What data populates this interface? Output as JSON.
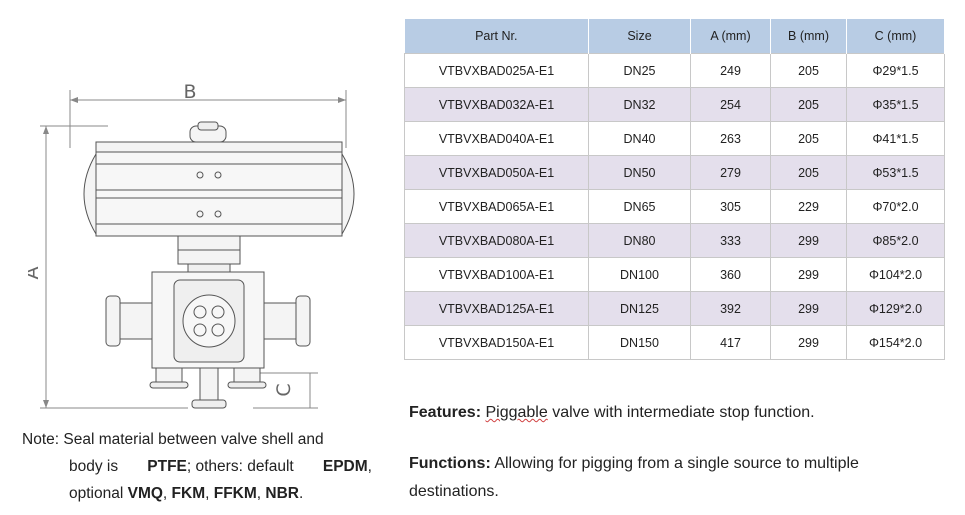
{
  "drawing": {
    "dim_labels": {
      "b": "B",
      "a": "A",
      "c": "C"
    }
  },
  "note": {
    "prefix": "Note:",
    "line1": "Seal material between valve shell and",
    "line2_a": "body is",
    "ptfe": "PTFE",
    "line2_b": "; others: default",
    "epdm": "EPDM",
    "line2_c": ",",
    "line3_a": "optional",
    "vmq": "VMQ",
    "c1": ",",
    "fkm": "FKM",
    "c2": ",",
    "ffkm": "FFKM",
    "c3": ",",
    "nbr": "NBR",
    "end": "."
  },
  "table": {
    "headers": [
      "Part Nr.",
      "Size",
      "A (mm)",
      "B (mm)",
      "C (mm)"
    ],
    "rows": [
      [
        "VTBVXBAD025A-E1",
        "DN25",
        "249",
        "205",
        "Φ29*1.5"
      ],
      [
        "VTBVXBAD032A-E1",
        "DN32",
        "254",
        "205",
        "Φ35*1.5"
      ],
      [
        "VTBVXBAD040A-E1",
        "DN40",
        "263",
        "205",
        "Φ41*1.5"
      ],
      [
        "VTBVXBAD050A-E1",
        "DN50",
        "279",
        "205",
        "Φ53*1.5"
      ],
      [
        "VTBVXBAD065A-E1",
        "DN65",
        "305",
        "229",
        "Φ70*2.0"
      ],
      [
        "VTBVXBAD080A-E1",
        "DN80",
        "333",
        "299",
        "Φ85*2.0"
      ],
      [
        "VTBVXBAD100A-E1",
        "DN100",
        "360",
        "299",
        "Φ104*2.0"
      ],
      [
        "VTBVXBAD125A-E1",
        "DN125",
        "392",
        "299",
        "Φ129*2.0"
      ],
      [
        "VTBVXBAD150A-E1",
        "DN150",
        "417",
        "299",
        "Φ154*2.0"
      ]
    ]
  },
  "features": {
    "label": "Features:",
    "word": "Piggable",
    "text": " valve with intermediate stop function."
  },
  "functions": {
    "label": "Functions:",
    "text": " Allowing for pigging from a single source to multiple destinations."
  }
}
